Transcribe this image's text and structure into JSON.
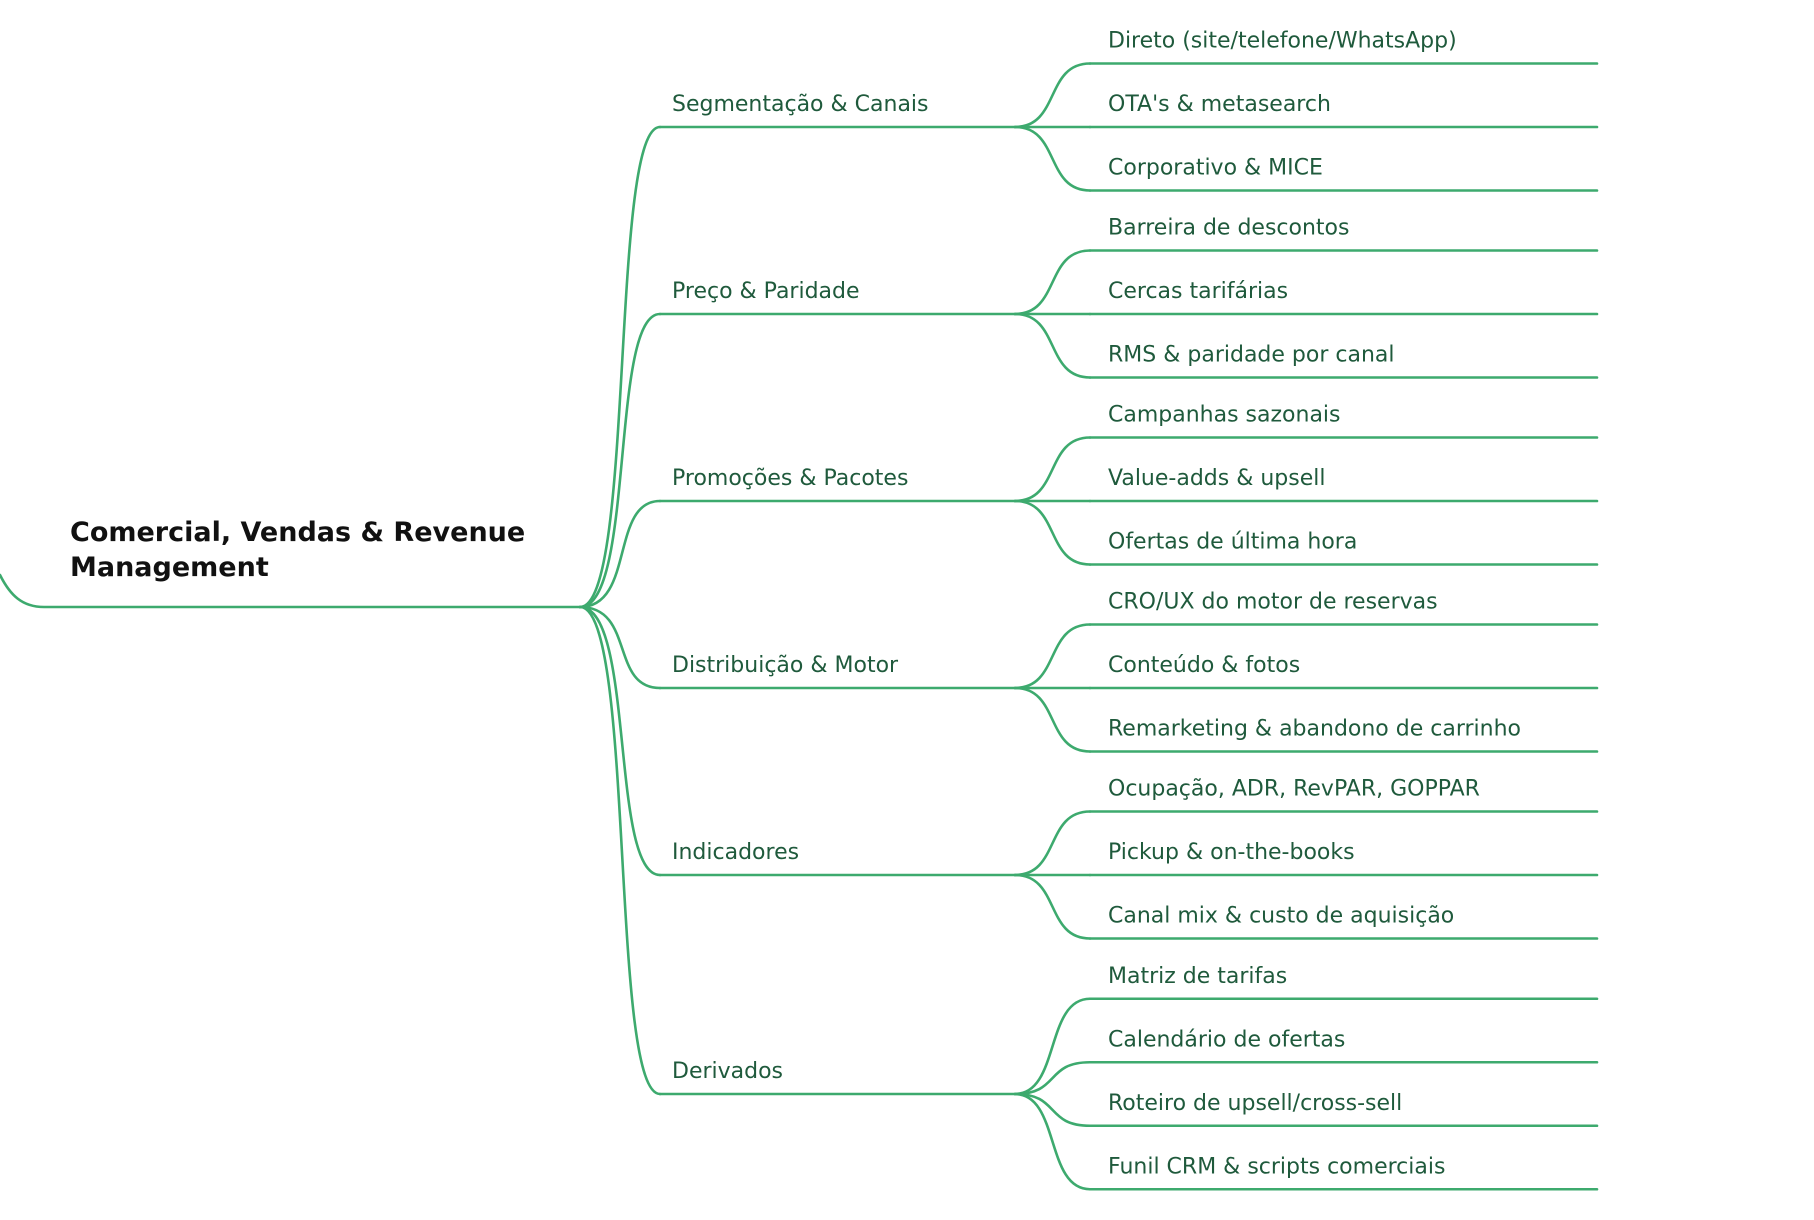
{
  "colors": {
    "line": "#3daa6e",
    "text": "#1f5a3c",
    "root_text": "#111111",
    "background": "#ffffff"
  },
  "root": {
    "lines": [
      "Comercial, Vendas & Revenue",
      "Management"
    ]
  },
  "branches": [
    {
      "label": "Segmentação & Canais",
      "children": [
        "Direto (site/telefone/WhatsApp)",
        "OTA's & metasearch",
        "Corporativo & MICE"
      ]
    },
    {
      "label": "Preço & Paridade",
      "children": [
        "Barreira de descontos",
        "Cercas tarifárias",
        "RMS & paridade por canal"
      ]
    },
    {
      "label": "Promoções & Pacotes",
      "children": [
        "Campanhas sazonais",
        "Value-adds & upsell",
        "Ofertas de última hora"
      ]
    },
    {
      "label": "Distribuição & Motor",
      "children": [
        "CRO/UX do motor de reservas",
        "Conteúdo & fotos",
        "Remarketing & abandono de carrinho"
      ]
    },
    {
      "label": "Indicadores",
      "children": [
        "Ocupação, ADR, RevPAR, GOPPAR",
        "Pickup & on-the-books",
        "Canal mix & custo de aquisição"
      ]
    },
    {
      "label": "Derivados",
      "children": [
        "Matriz de tarifas",
        "Calendário de ofertas",
        "Roteiro de upsell/cross-sell",
        "Funil CRM & scripts comerciais"
      ]
    }
  ]
}
